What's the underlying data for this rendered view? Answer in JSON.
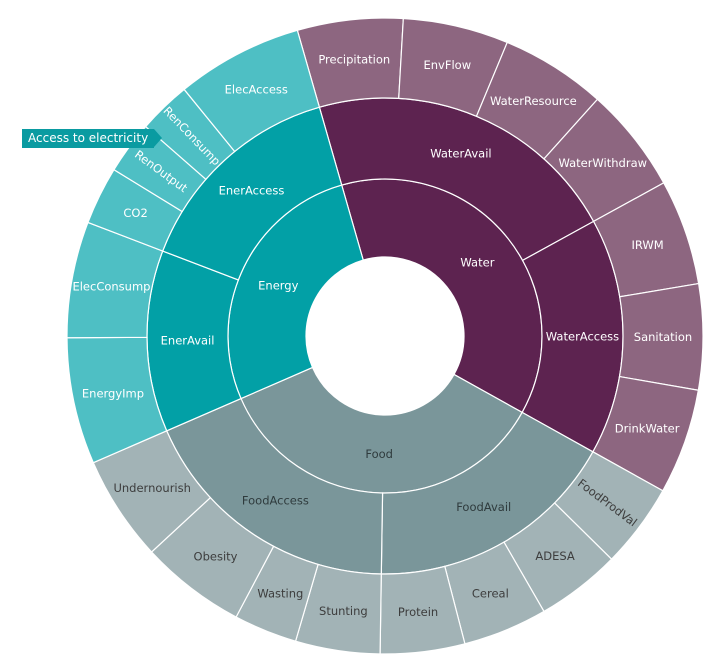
{
  "tooltip": {
    "text": "Access to electricity"
  },
  "colors": {
    "Water": [
      "#5d2350",
      "#5d2350",
      "#8d6680"
    ],
    "Food": [
      "#7a969a",
      "#7a969a",
      "#a2b3b6"
    ],
    "Energy": [
      "#02a0a6",
      "#02a0a6",
      "#4ebfc4"
    ]
  },
  "chart_data": {
    "type": "sunburst",
    "start_angle_deg": -16,
    "rings": [
      "domain",
      "category",
      "indicator"
    ],
    "children": [
      {
        "name": "Water",
        "children": [
          {
            "name": "WaterAvail",
            "children": [
              {
                "name": "Precipitation",
                "value": 1
              },
              {
                "name": "EnvFlow",
                "value": 1
              },
              {
                "name": "WaterResource",
                "value": 1
              },
              {
                "name": "WaterWithdraw",
                "value": 1
              }
            ]
          },
          {
            "name": "WaterAccess",
            "children": [
              {
                "name": "IRWM",
                "value": 1
              },
              {
                "name": "Sanitation",
                "value": 1
              },
              {
                "name": "DrinkWater",
                "value": 1
              }
            ]
          }
        ]
      },
      {
        "name": "Food",
        "children": [
          {
            "name": "FoodAvail",
            "children": [
              {
                "name": "FoodProdVal",
                "value": 0.8
              },
              {
                "name": "ADESA",
                "value": 0.8
              },
              {
                "name": "Cereal",
                "value": 0.8
              },
              {
                "name": "Protein",
                "value": 0.8
              }
            ]
          },
          {
            "name": "FoodAccess",
            "children": [
              {
                "name": "Stunting",
                "value": 0.8
              },
              {
                "name": "Wasting",
                "value": 0.6
              },
              {
                "name": "Obesity",
                "value": 1.0
              },
              {
                "name": "Undernourish",
                "value": 1.0
              }
            ]
          }
        ]
      },
      {
        "name": "Energy",
        "children": [
          {
            "name": "EnerAvail",
            "children": [
              {
                "name": "EnergyImp",
                "value": 1.2
              },
              {
                "name": "ElecConsump",
                "value": 1.1
              }
            ]
          },
          {
            "name": "EnerAccess",
            "children": [
              {
                "name": "CO2",
                "value": 0.55
              },
              {
                "name": "RenOutput",
                "value": 0.5
              },
              {
                "name": "RenConsump",
                "value": 0.5
              },
              {
                "name": "ElecAccess",
                "value": 1.2
              }
            ]
          }
        ]
      }
    ]
  }
}
